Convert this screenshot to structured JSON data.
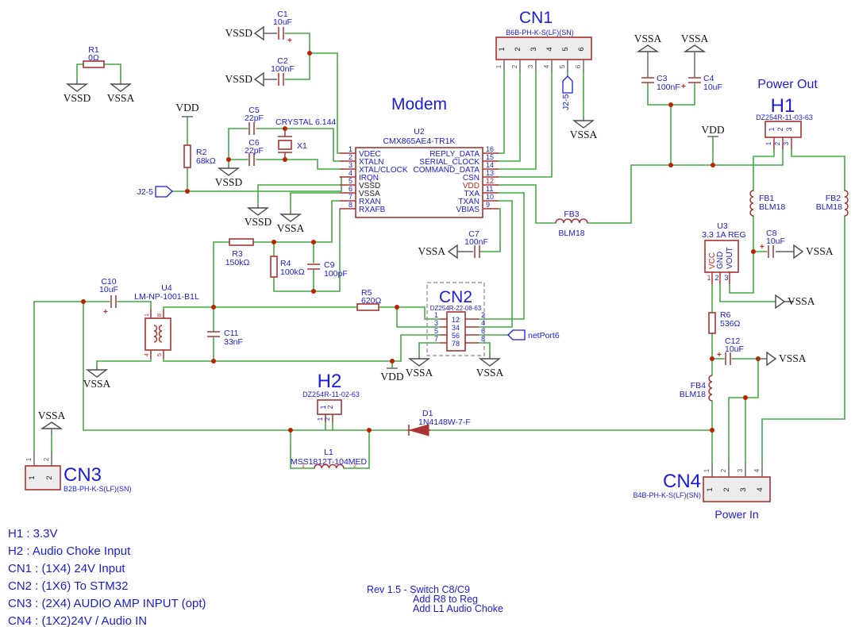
{
  "colors": {
    "wire_green": "#44aa44",
    "component_red": "#aa3333",
    "label_blue": "#1b1be0",
    "power_text": "#141414",
    "pin_red": "#cc2222",
    "junction_dot": "#bb2200"
  },
  "power": {
    "vdd": "VDD",
    "vssa": "VSSA",
    "vssd": "VSSD"
  },
  "net_labels": {
    "j2_5": "J2-5",
    "netport6": "netPort6"
  },
  "misc": {
    "plus": "+"
  },
  "parts": {
    "r1": {
      "ref": "R1",
      "value": "0Ω"
    },
    "r2": {
      "ref": "R2",
      "value": "68kΩ"
    },
    "r3": {
      "ref": "R3",
      "value": "150kΩ"
    },
    "r4": {
      "ref": "R4",
      "value": "100kΩ"
    },
    "r5": {
      "ref": "R5",
      "value": "620Ω"
    },
    "r6": {
      "ref": "R6",
      "value": "536Ω"
    },
    "c1": {
      "ref": "C1",
      "value": "10uF"
    },
    "c2": {
      "ref": "C2",
      "value": "100nF"
    },
    "c3": {
      "ref": "C3",
      "value": "100nF"
    },
    "c4": {
      "ref": "C4",
      "value": "10uF"
    },
    "c5": {
      "ref": "C5",
      "value": "22pF"
    },
    "c6": {
      "ref": "C6",
      "value": "22pF"
    },
    "c7": {
      "ref": "C7",
      "value": "100nF"
    },
    "c8": {
      "ref": "C8",
      "value": "10uF"
    },
    "c9": {
      "ref": "C9",
      "value": "100pF"
    },
    "c10": {
      "ref": "C10",
      "value": "10uF"
    },
    "c11": {
      "ref": "C11",
      "value": "33nF"
    },
    "c12": {
      "ref": "C12",
      "value": "10uF"
    },
    "x1": {
      "ref": "X1",
      "value": "CRYSTAL 6.144"
    },
    "u2": {
      "ref": "U2",
      "value": "CMX865AE4-TR1K",
      "title": "Modem"
    },
    "u3": {
      "ref": "U3",
      "value": "3.3 1A REG"
    },
    "u4": {
      "ref": "U4",
      "value": "LM-NP-1001-B1L"
    },
    "fb1": {
      "ref": "FB1",
      "value": "BLM18"
    },
    "fb2": {
      "ref": "FB2",
      "value": "BLM18"
    },
    "fb3": {
      "ref": "FB3",
      "value": "BLM18"
    },
    "fb4": {
      "ref": "FB4",
      "value": "BLM18"
    },
    "l1": {
      "ref": "L1",
      "value": "MSS1812T-104MED"
    },
    "d1": {
      "ref": "D1",
      "value": "1N4148W-7-F"
    },
    "h1": {
      "ref": "H1",
      "value": "DZ254R-11-03-63",
      "title": "Power Out"
    },
    "h2": {
      "ref": "H2",
      "value": "DZ254R-11-02-63"
    },
    "cn1": {
      "ref": "CN1",
      "value": "B6B-PH-K-S(LF)(SN)"
    },
    "cn2": {
      "ref": "CN2",
      "value": "DZ254R-22-08-63"
    },
    "cn3": {
      "ref": "CN3",
      "value": "B2B-PH-K-S(LF)(SN)"
    },
    "cn4": {
      "ref": "CN4",
      "value": "B4B-PH-K-S(LF)(SN)",
      "title": "Power In"
    }
  },
  "u2_pins_left": [
    {
      "n": "1",
      "name": "VDEC"
    },
    {
      "n": "2",
      "name": "XTALN"
    },
    {
      "n": "3",
      "name": "XTAL/CLOCK"
    },
    {
      "n": "4",
      "name": "IRQN"
    },
    {
      "n": "5",
      "name": "VSSD"
    },
    {
      "n": "6",
      "name": "VSSA"
    },
    {
      "n": "7",
      "name": "RXAN"
    },
    {
      "n": "8",
      "name": "RXAFB"
    }
  ],
  "u2_pins_right": [
    {
      "n": "16",
      "name": "REPLY_DATA"
    },
    {
      "n": "15",
      "name": "SERIAL_CLOCK"
    },
    {
      "n": "14",
      "name": "COMMAND_DATA"
    },
    {
      "n": "13",
      "name": "CSN"
    },
    {
      "n": "12",
      "name": "VDD"
    },
    {
      "n": "11",
      "name": "TXA"
    },
    {
      "n": "10",
      "name": "TXAN"
    },
    {
      "n": "9",
      "name": "VBIAS"
    }
  ],
  "u3_pins": [
    {
      "n": "1",
      "name": "VCC"
    },
    {
      "n": "2",
      "name": "GND"
    },
    {
      "n": "3",
      "name": "VOUT"
    }
  ],
  "u4_pins": [
    "1",
    "8",
    "4",
    "5"
  ],
  "l1_pins": [
    "1",
    "2"
  ],
  "cn1_pins": [
    "1",
    "2",
    "3",
    "4",
    "5",
    "6"
  ],
  "cn2_pins_left": [
    "1",
    "3",
    "5",
    "7"
  ],
  "cn2_pins_right": [
    "2",
    "4",
    "6",
    "8"
  ],
  "cn2_pins_inner": [
    "12",
    "34",
    "56",
    "78"
  ],
  "cn3_pins": [
    "1",
    "2"
  ],
  "cn4_pins": [
    "1",
    "2",
    "3",
    "4"
  ],
  "h1_pins": [
    "1",
    "2",
    "3"
  ],
  "h2_pins": [
    "1",
    "2"
  ],
  "legend": [
    "H1 : 3.3V",
    "H2 : Audio Choke Input",
    "CN1 : (1X4) 24V Input",
    "CN2 : (1X6) To STM32",
    "CN3 : (2X4) AUDIO AMP INPUT (opt)",
    "CN4 : (1X2)24V / Audio IN"
  ],
  "rev_notes": [
    "Rev 1.5 - Switch C8/C9",
    "Add R8 to Reg",
    "Add L1 Audio Choke"
  ]
}
